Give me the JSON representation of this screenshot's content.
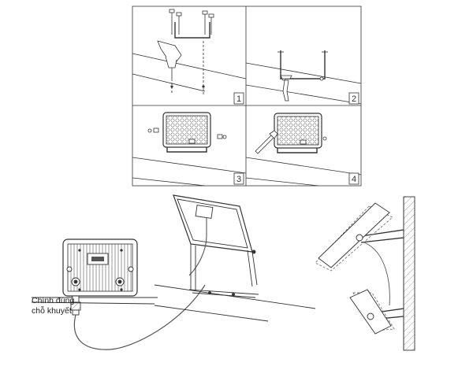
{
  "steps": [
    {
      "number": "1"
    },
    {
      "number": "2"
    },
    {
      "number": "3"
    },
    {
      "number": "4"
    }
  ],
  "caption": {
    "line1": "Chính đúng",
    "line2": "chỗ khuyết"
  },
  "colors": {
    "line": "#333333",
    "light_gray": "#d9d9d9",
    "mid_gray": "#9a9a9a"
  }
}
